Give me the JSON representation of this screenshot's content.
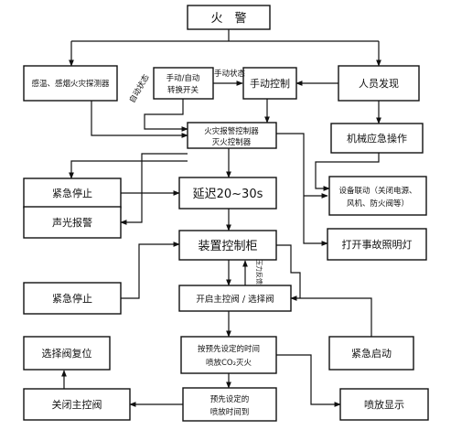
{
  "nodes": {
    "fire_alarm": "火　警",
    "temp_smoke_detector": "感温、感烟火灾探测器",
    "manual_auto_switch_l1": "手动/自动",
    "manual_auto_switch_l2": "转换开关",
    "manual_control": "手动控制",
    "person_discovery": "人员发现",
    "alarm_controller_l1": "火灾报警控制器",
    "alarm_controller_l2": "灭火控制器",
    "mechanical_emergency": "机械应急操作",
    "emergency_stop_1": "紧急停止",
    "delay": "延迟20~30s",
    "equipment_link_l1": "设备联动（关闭电源、",
    "equipment_link_l2": "风机、防火阀等）",
    "sound_light_alarm": "声光报警",
    "control_cabinet": "装置控制柜",
    "emergency_light": "打开事故照明灯",
    "emergency_stop_2": "紧急停止",
    "open_valves": "开启主控阀 / 选择阀",
    "emergency_start": "紧急启动",
    "selector_reset": "选择阀复位",
    "spray_co2_l1": "按预先设定的时间",
    "spray_co2_l2": "喷放CO₂灭火",
    "close_main_valve": "关闭主控阀",
    "spray_done_l1": "预先设定的",
    "spray_done_l2": "喷放时间到",
    "spray_display": "喷放显示"
  },
  "edge_labels": {
    "manual_state": "手动状态",
    "auto_state": "自动状态",
    "pressure_feedback": "压力反馈"
  }
}
